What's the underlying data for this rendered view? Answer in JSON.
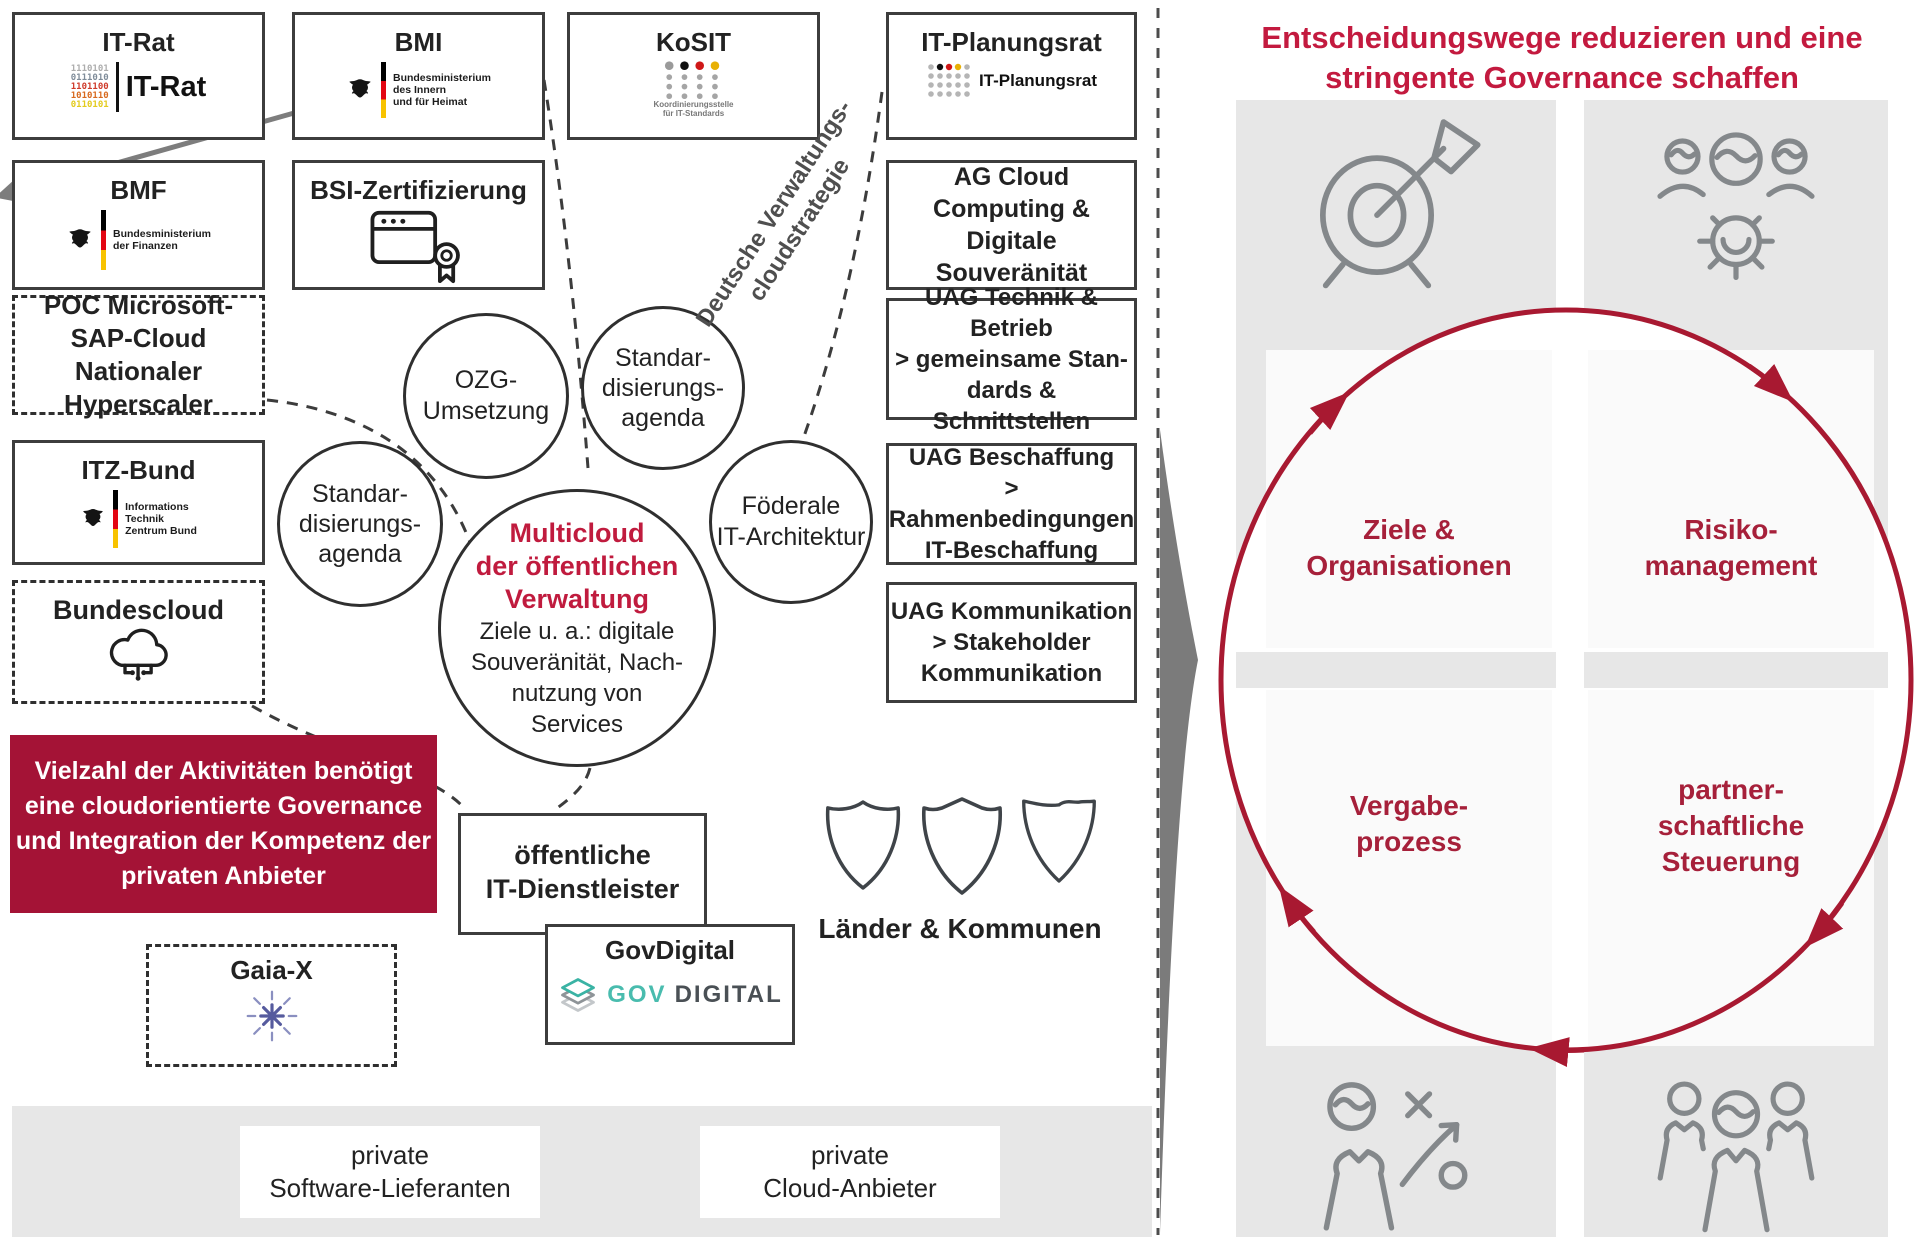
{
  "colors": {
    "accent_red": "#a81931",
    "title_red": "#c31a3f",
    "quadrant_label_red": "#a6203a",
    "highlight_bg": "#a41336",
    "multicloud_red": "#c01b3e",
    "panel_gray": "#e7e7e7",
    "icon_gray": "#84888b",
    "govdigital_teal": "#49bcae",
    "gaia_blue": "#565b9e",
    "ink": "#2b2b2b"
  },
  "left": {
    "boxes": {
      "it_rat": {
        "title": "IT-Rat",
        "logo_text": "IT-Rat",
        "logo_rows": [
          "1110101",
          "0111010",
          "1101100",
          "1010110",
          "0110101"
        ]
      },
      "bmi": {
        "title": "BMI",
        "logo_caption": "Bundesministerium\ndes Innern\nund für Heimat"
      },
      "kosit": {
        "title": "KoSIT",
        "logo_caption": "Koordinierungsstelle\nfür IT-Standards"
      },
      "it_planungsrat": {
        "title": "IT-Planungsrat",
        "logo_text": "IT-Planungsrat"
      },
      "bmf": {
        "title": "BMF",
        "logo_caption": "Bundesministerium\nder Finanzen"
      },
      "bsi": {
        "title": "BSI-Zertifizierung"
      },
      "ag_cloud": {
        "title": "AG Cloud\nComputing &\nDigitale Souveränität"
      },
      "poc": {
        "title": "POC Microsoft-\nSAP-Cloud Nationaler\nHyperscaler"
      },
      "uag_technik": {
        "title": "UAG Technik & Betrieb\n> gemeinsame Stan-\ndards & Schnittstellen"
      },
      "itz_bund": {
        "title": "ITZ-Bund",
        "logo_caption": "Informations\nTechnik\nZentrum Bund"
      },
      "uag_beschaffung": {
        "title": "UAG Beschaffung\n> Rahmenbedingungen\nIT-Beschaffung"
      },
      "bundescloud": {
        "title": "Bundescloud"
      },
      "uag_kommunikation": {
        "title": "UAG Kommunikation\n> Stakeholder\nKommunikation"
      },
      "oeffentliche_it": {
        "title": "öffentliche\nIT-Dienstleister"
      },
      "govdigital": {
        "title": "GovDigital",
        "logo_gov": "GOV",
        "logo_digital": "DIGITAL"
      },
      "gaia_x": {
        "title": "Gaia-X"
      },
      "private_software": {
        "title": "private\nSoftware-Lieferanten"
      },
      "private_cloud": {
        "title": "private\nCloud-Anbieter"
      }
    },
    "circles": {
      "standardisierung_left": {
        "label": "Standar-\ndisierungs-\nagenda"
      },
      "ozg": {
        "label": "OZG-\nUmsetzung"
      },
      "standardisierung_right": {
        "label": "Standar-\ndisierungs-\nagenda"
      },
      "foederale": {
        "label": "Föderale\nIT-Architektur"
      },
      "multicloud": {
        "title": "Multicloud\nder öffentlichen\nVerwaltung",
        "body": "Ziele u. a.: digitale\nSouveränität, Nach-\nnutzung von\nServices"
      }
    },
    "strategy_label": "Deutsche Verwaltungs-\ncloudstrategie",
    "laender_label": "Länder & Kommunen",
    "highlight_note": "Vielzahl der Aktivitäten benötigt\neine cloudorientierte Governance\nund Integration der Kompetenz der\nprivaten Anbieter"
  },
  "right": {
    "title": "Entscheidungswege reduzieren und eine\nstringente Governance schaffen",
    "quadrants": {
      "ziele": "Ziele &\nOrganisationen",
      "risiko": "Risiko-\nmanagement",
      "vergabe": "Vergabe-\nprozess",
      "partner": "partner-\nschaftliche\nSteuerung"
    }
  },
  "icons": {
    "left": [
      "eagle-icon",
      "dot-grid-icon",
      "certificate-icon",
      "cloud-circuit-icon",
      "shield-icon",
      "layers-icon",
      "starburst-icon",
      "double-arrow-icon",
      "flow-arrow-icon"
    ],
    "right": [
      "target-arrow-icon",
      "team-gear-icon",
      "strategy-moves-icon",
      "team-icon",
      "cycle-arrows-icon"
    ]
  }
}
